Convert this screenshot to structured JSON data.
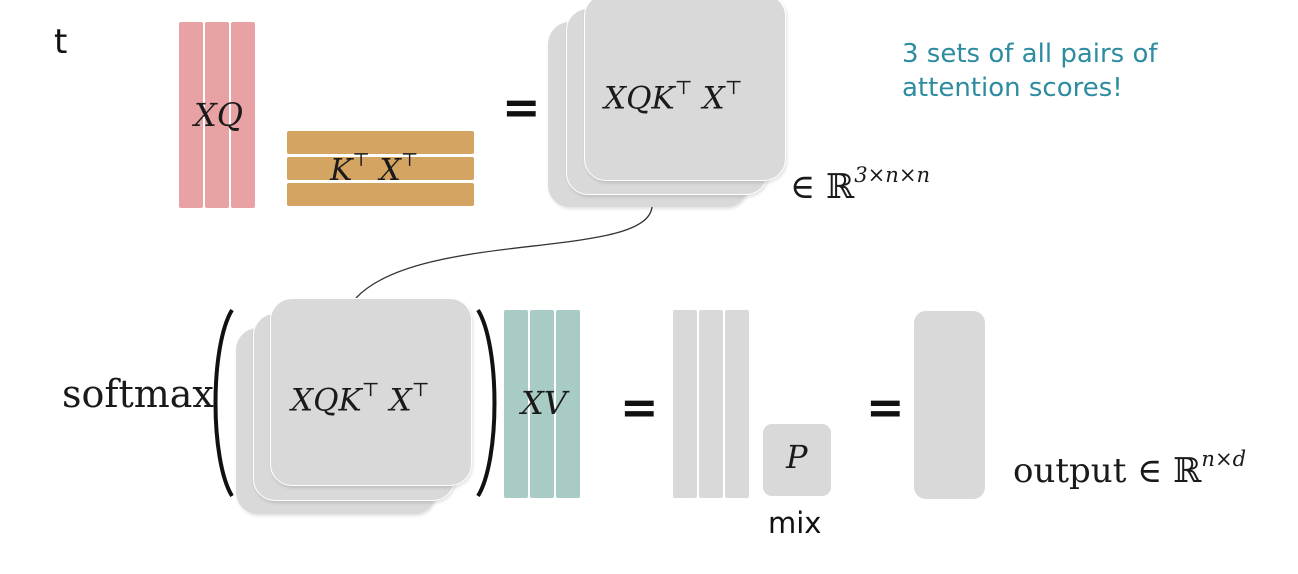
{
  "fragment_text": "t",
  "top_row": {
    "left_matrix_label": "XQ",
    "right_matrix_label_main": "K",
    "right_matrix_label_sup1": "⊤",
    "right_matrix_label_main2": "X",
    "right_matrix_label_sup2": "⊤",
    "equals": "=",
    "result_label_main": "XQK",
    "result_label_sup1": "⊤",
    "result_label_main2": "X",
    "result_label_sup2": "⊤",
    "membership": "∈ ℝ",
    "membership_sup": "3×n×n"
  },
  "annotation": "3 sets of all pairs of attention scores!",
  "bottom_row": {
    "softmax_label": "softmax",
    "inner_label_main": "XQK",
    "inner_label_sup1": "⊤",
    "inner_label_main2": "X",
    "inner_label_sup2": "⊤",
    "value_matrix_label": "XV",
    "equals_1": "=",
    "mix_matrix_label": "P",
    "mix_caption": "mix",
    "equals_2": "=",
    "output_label": "output ∈ ℝ",
    "output_sup": "n×d"
  },
  "colors": {
    "query": "#e8a2a3",
    "key": "#d4a462",
    "value": "#a9cbc6",
    "result": "#d9d9d9",
    "annotation_text": "#2e8ca0"
  }
}
